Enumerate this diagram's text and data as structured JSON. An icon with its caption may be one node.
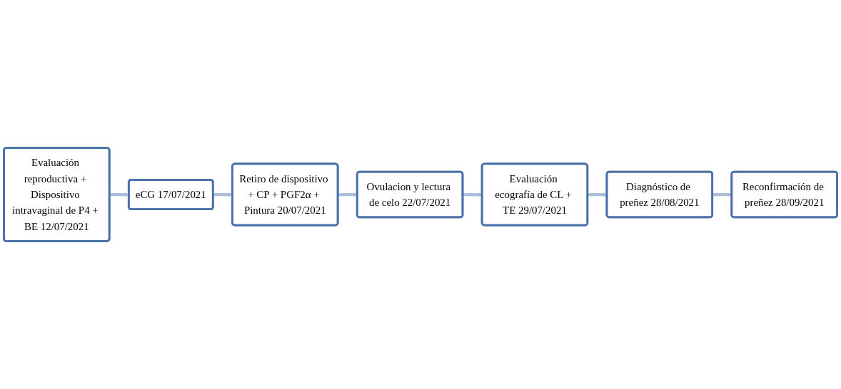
{
  "diagram": {
    "nodes": [
      {
        "text": [
          "Evaluación reproductiva + Dispositivo intravaginal de P4 + BE 12/07/2021"
        ]
      },
      {
        "text": [
          "eCG 17/07/2021"
        ]
      },
      {
        "text": [
          "Retiro de dispositivo + CP + PGF2α + Pintura 20/07/2021"
        ]
      },
      {
        "text": [
          "Ovulacion y lectura de celo 22/07/2021"
        ]
      },
      {
        "text": [
          "Evaluación ecografía de CL + TE 29/07/2021"
        ]
      },
      {
        "text": [
          "Diagnóstico de preñez 28/08/2021"
        ]
      },
      {
        "text": [
          "Reconfirmación de preñez 28/09/2021"
        ]
      }
    ],
    "edges": [
      {
        "from": 0,
        "to": 1,
        "arrow": "to"
      },
      {
        "from": 1,
        "to": 2,
        "arrow": "to"
      },
      {
        "from": 2,
        "to": 3,
        "arrow": "to"
      },
      {
        "from": 3,
        "to": 4,
        "arrow": "to"
      },
      {
        "from": 4,
        "to": 5,
        "arrow": "to"
      },
      {
        "from": 5,
        "to": 6,
        "arrow": "to"
      }
    ]
  }
}
